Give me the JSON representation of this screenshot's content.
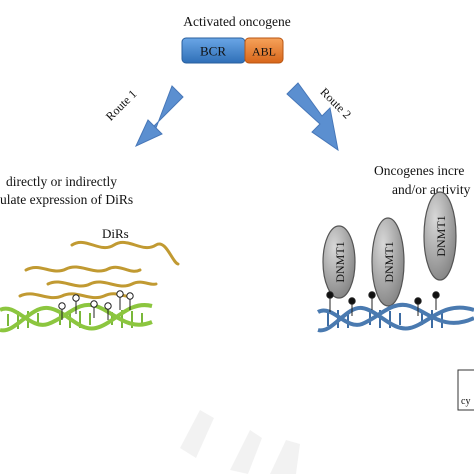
{
  "title": "Activated oncogene",
  "fusion": {
    "left_label": "BCR",
    "right_label": "ABL",
    "left_color": "#3d7fc9",
    "right_color": "#ec7a2b"
  },
  "routes": {
    "route1": "Route 1",
    "route2": "Route 2",
    "arrow_color": "#5b8fd0"
  },
  "left_panel": {
    "line1": "directly or indirectly",
    "line2": "ulate expression of DiRs",
    "dirs_label": "DiRs",
    "rna_color": "#c19a32",
    "dna_color": "#8cc63f"
  },
  "right_panel": {
    "line1": "Oncogenes incre",
    "line2": "and/or activity o",
    "dna_color": "#4a7ab0",
    "enzyme_color": "#9a9a9a",
    "enzymes": [
      {
        "label": "DNMT1"
      },
      {
        "label": "DNMT1"
      },
      {
        "label": "DNMT1"
      }
    ]
  },
  "box_fragment": "cy"
}
